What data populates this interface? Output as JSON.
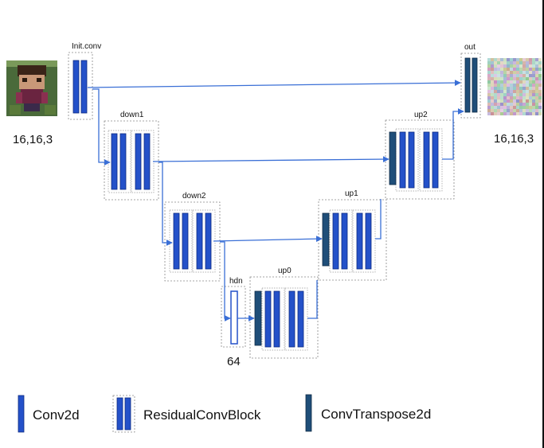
{
  "blocks": {
    "init_conv": "Init.conv",
    "down1": "down1",
    "down2": "down2",
    "hidden": "hdn",
    "up0": "up0",
    "up1": "up1",
    "up2": "up2",
    "out": "out"
  },
  "shapes": {
    "input": "16,16,3",
    "output": "16,16,3",
    "hidden": "64"
  },
  "legend": {
    "conv2d": "Conv2d",
    "residual": "ResidualConvBlock",
    "transpose": "ConvTranspose2d"
  },
  "colors": {
    "conv": "#2451c9",
    "transpose": "#1f4e79",
    "arrow": "#3a6fd6",
    "box_border": "#888888"
  }
}
